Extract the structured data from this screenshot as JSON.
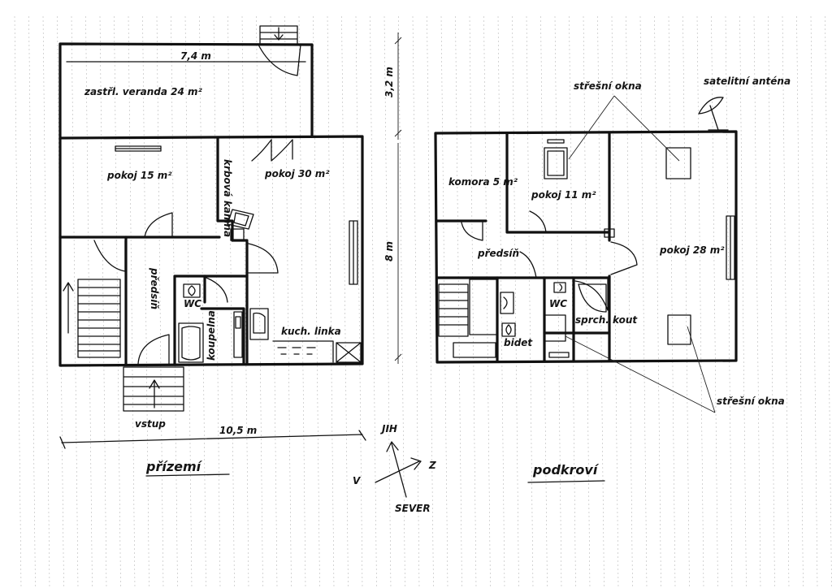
{
  "ground_floor": {
    "veranda_width": "7,4 m",
    "veranda_label": "zastřl. veranda 24 m²",
    "veranda_depth": "3,2 m",
    "room_pokoj_15": "pokoj 15 m²",
    "room_pokoj_30": "pokoj 30 m²",
    "fireplace": "krbová kamna",
    "hallway": "předsíň",
    "wc": "WC",
    "bathroom": "koupelna",
    "kitchen": "kuch. linka",
    "entrance": "vstup",
    "width_dim": "10,5 m",
    "depth_dim": "8 m",
    "title": "přízemí"
  },
  "attic": {
    "roof_windows_top": "střešní okna",
    "satellite": "satelitní anténa",
    "storage": "komora 5 m²",
    "room_pokoj_11": "pokoj 11 m²",
    "hallway": "předsíň",
    "room_pokoj_28": "pokoj 28 m²",
    "wc": "WC",
    "bidet": "bidet",
    "shower": "sprch. kout",
    "roof_windows_bottom": "střešní okna",
    "title": "podkroví"
  },
  "compass": {
    "north": "SEVER",
    "south": "JIH",
    "east": "Z",
    "west": "V"
  }
}
